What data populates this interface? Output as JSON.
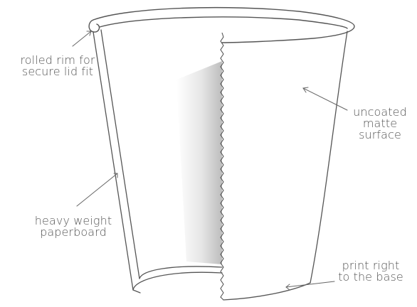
{
  "callouts": {
    "rim": {
      "lines": [
        "rolled rim for",
        "secure lid fit"
      ]
    },
    "surface": {
      "lines": [
        "uncoated",
        "matte",
        "surface"
      ]
    },
    "paperboard": {
      "lines": [
        "heavy weight",
        "paperboard"
      ]
    },
    "print": {
      "lines": [
        "print right",
        "to the base"
      ]
    }
  },
  "colors": {
    "outline": "#555555",
    "shadow": "#b4b4b4",
    "text": "#555555"
  }
}
